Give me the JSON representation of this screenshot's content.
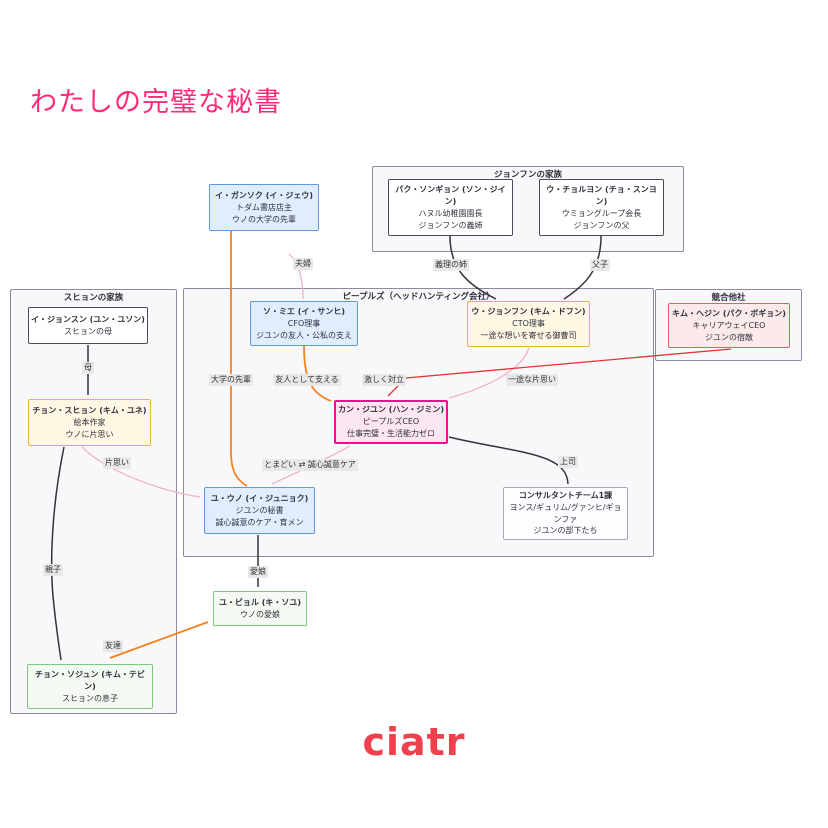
{
  "title": "わたしの完璧な秘書",
  "watermark": "ciatr",
  "colors": {
    "title_pink": "#ff2b78",
    "logo_red": "#ef404d",
    "edge_black": "#333340",
    "edge_orange": "#f5821e",
    "edge_light_pink": "#f2b6cb",
    "edge_red": "#e33333",
    "main_character_border": "#ee0f90"
  },
  "groups": {
    "jonghun_family": "ジョンフンの家族",
    "suhyon_family": "スヒョンの家族",
    "peoples": "ピープルズ（ヘッドハンティング会社）",
    "rivals": "競合他社"
  },
  "nodes": {
    "ganseok": {
      "title": "イ・ガンソク (イ・ジェウ)",
      "sub1": "トダム書店店主",
      "sub2": "ウノの大学の先輩"
    },
    "park": {
      "title": "パク・ソンギョン (ソン・ジイン)",
      "sub1": "ハヌル幼稚園園長",
      "sub2": "ジョンフンの義姉"
    },
    "cheolyong": {
      "title": "ウ・チョルヨン (チョ・スンヨン)",
      "sub1": "ウミョングループ会長",
      "sub2": "ジョンフンの父"
    },
    "jeongsun": {
      "title": "イ・ジョンスン (ユン・ユソン)",
      "sub1": "スヒョンの母"
    },
    "suhyeon": {
      "title": "チョン・スヒョン (キム・ユネ)",
      "sub1": "絵本作家",
      "sub2": "ウノに片思い"
    },
    "sojun": {
      "title": "チョン・ソジュン (キム・テビン)",
      "sub1": "スヒョンの息子"
    },
    "mie": {
      "title": "ソ・ミエ (イ・サンヒ)",
      "sub1": "CFO理事",
      "sub2": "ジユンの友人・公私の支え"
    },
    "jonghun": {
      "title": "ウ・ジョンフン (キム・ドフン)",
      "sub1": "CTO理事",
      "sub2": "一途な想いを寄せる御曹司"
    },
    "jiyun": {
      "title": "カン・ジユン (ハン・ジミン)",
      "sub1": "ピープルズCEO",
      "sub2": "仕事完璧・生活能力ゼロ"
    },
    "uno": {
      "title": "ユ・ウノ (イ・ジュニョク)",
      "sub1": "ジユンの秘書",
      "sub2": "誠心誠意のケア・育メン"
    },
    "team": {
      "title": "コンサルタントチーム1課",
      "sub1": "ヨンス/ギュリム/グァンヒ/ギョンファ",
      "sub2": "ジユンの部下たち"
    },
    "hejin": {
      "title": "キム・ヘジン (パク・ボギョン)",
      "sub1": "キャリアウェイCEO",
      "sub2": "ジユンの宿敵"
    },
    "byeol": {
      "title": "ユ・ビョル (キ・ソユ)",
      "sub1": "ウノの愛娘"
    }
  },
  "edge_labels": {
    "fuufu": "夫婦",
    "giri_no_ane": "義理の姉",
    "fushi": "父子",
    "daigaku_senpai": "大学の先輩",
    "yujin_sasaeru": "友人として支える",
    "hageshiku_tairitsu": "激しく対立",
    "ichizu_kataomoi": "一途な片思い",
    "joshi": "上司",
    "tomadoi_care": "とまどい ⇄ 誠心誠意ケア",
    "haha": "母",
    "kataomoi": "片思い",
    "oyako": "親子",
    "manamusume": "愛娘",
    "tomodachi": "友達"
  }
}
